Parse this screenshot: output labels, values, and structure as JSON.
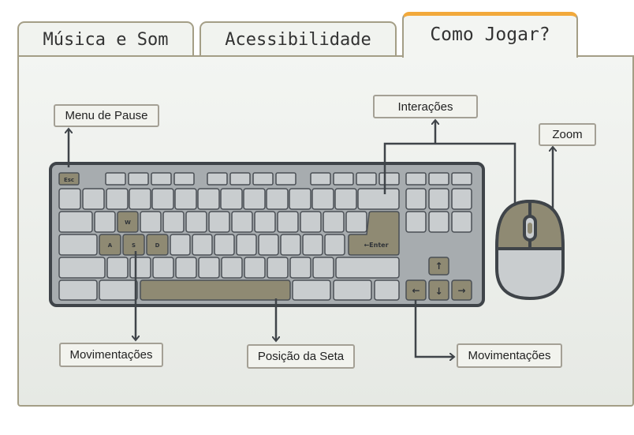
{
  "tabs": [
    {
      "label": "Música e Som"
    },
    {
      "label": "Acessibilidade"
    },
    {
      "label": "Como Jogar?"
    }
  ],
  "active_tab": "Como Jogar?",
  "labels": {
    "menu_pause": "Menu de Pause",
    "interactions": "Interações",
    "zoom": "Zoom",
    "move_left": "Movimentações",
    "arrow_position": "Posição da Seta",
    "move_right": "Movimentações"
  },
  "keys": {
    "esc": "Esc",
    "w": "W",
    "a": "A",
    "s": "S",
    "d": "D",
    "enter": "←Enter",
    "up": "↑",
    "down": "↓",
    "left": "←",
    "right": "→"
  },
  "colors": {
    "accent_tab": "#f2a93b",
    "highlight_key": "#8f8a73",
    "key": "#c9cdcf",
    "outline": "#3f4449"
  }
}
